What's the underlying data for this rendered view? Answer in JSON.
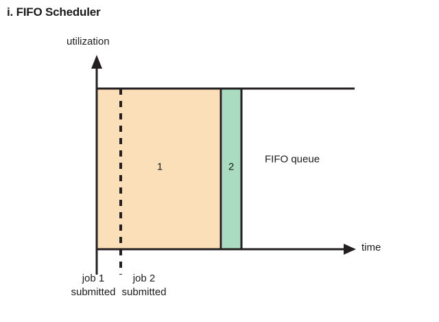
{
  "figure": {
    "title": "i. FIFO Scheduler",
    "axes": {
      "y_label": "utilization",
      "x_label": "time"
    },
    "annotations": {
      "queue_label": "FIFO queue",
      "job1_block_label": "1",
      "job2_block_label": "2",
      "job1_tick_line1": "job 1",
      "job1_tick_line2": "submitted",
      "job2_tick_line1": "job 2",
      "job2_tick_line2": "submitted"
    },
    "colors": {
      "job1_fill": "#fbdfb8",
      "job2_fill": "#a9dcc0",
      "stroke": "#231f20",
      "background": "#ffffff",
      "text": "#1a1a1a"
    }
  },
  "chart_data": {
    "type": "area",
    "title": "i. FIFO Scheduler",
    "xlabel": "time",
    "ylabel": "utilization",
    "grid": false,
    "legend": "none",
    "notes": "FIFO scheduler timeline: job 1 occupies full utilization from its submission until completion, then job 2 runs; remaining time the queue is empty (FIFO queue region).",
    "series": [
      {
        "name": "1",
        "fill": "#fbdfb8",
        "x_start": 0.0,
        "x_end": 0.48,
        "utilization": 1.0
      },
      {
        "name": "2",
        "fill": "#a9dcc0",
        "x_start": 0.48,
        "x_end": 0.56,
        "utilization": 1.0
      }
    ],
    "markers": [
      {
        "label": "job 1 submitted",
        "x": 0.0,
        "style": "solid"
      },
      {
        "label": "job 2 submitted",
        "x": 0.093,
        "style": "dashed"
      }
    ],
    "regions": [
      {
        "label": "FIFO queue",
        "x_start": 0.56,
        "x_end": 1.0,
        "utilization": 0.0
      }
    ],
    "xlim": [
      0,
      1
    ],
    "ylim": [
      0,
      1
    ]
  }
}
